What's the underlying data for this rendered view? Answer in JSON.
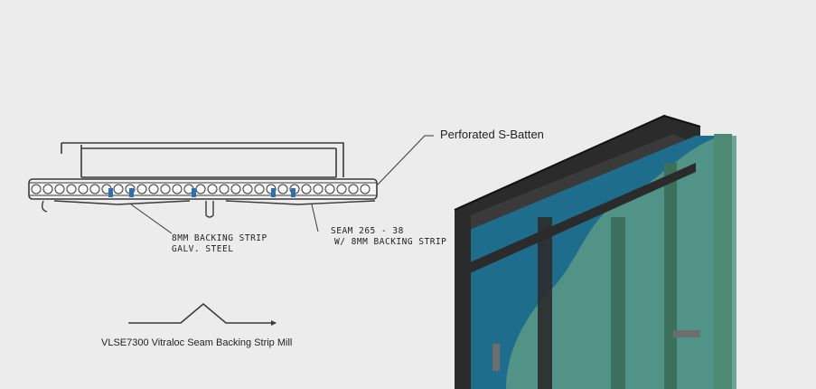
{
  "callouts": {
    "perforated_s_batten": "Perforated S-Batten",
    "backing_strip_line1": "8MM BACKING STRIP",
    "backing_strip_line2": "GALV. STEEL",
    "seam_line1": "SEAM 265 - 38",
    "seam_line2": "W/ 8MM BACKING STRIP"
  },
  "caption": "VLSE7300 Vitraloc Seam Backing Strip Mill",
  "colors": {
    "background": "#ececec",
    "line": "#3a3a3a",
    "blue_accent": "#2f6fb0",
    "panel_teal": "#1f6d8c",
    "glass_green": "#5a9a86",
    "frame_dark": "#2b2b2b"
  }
}
